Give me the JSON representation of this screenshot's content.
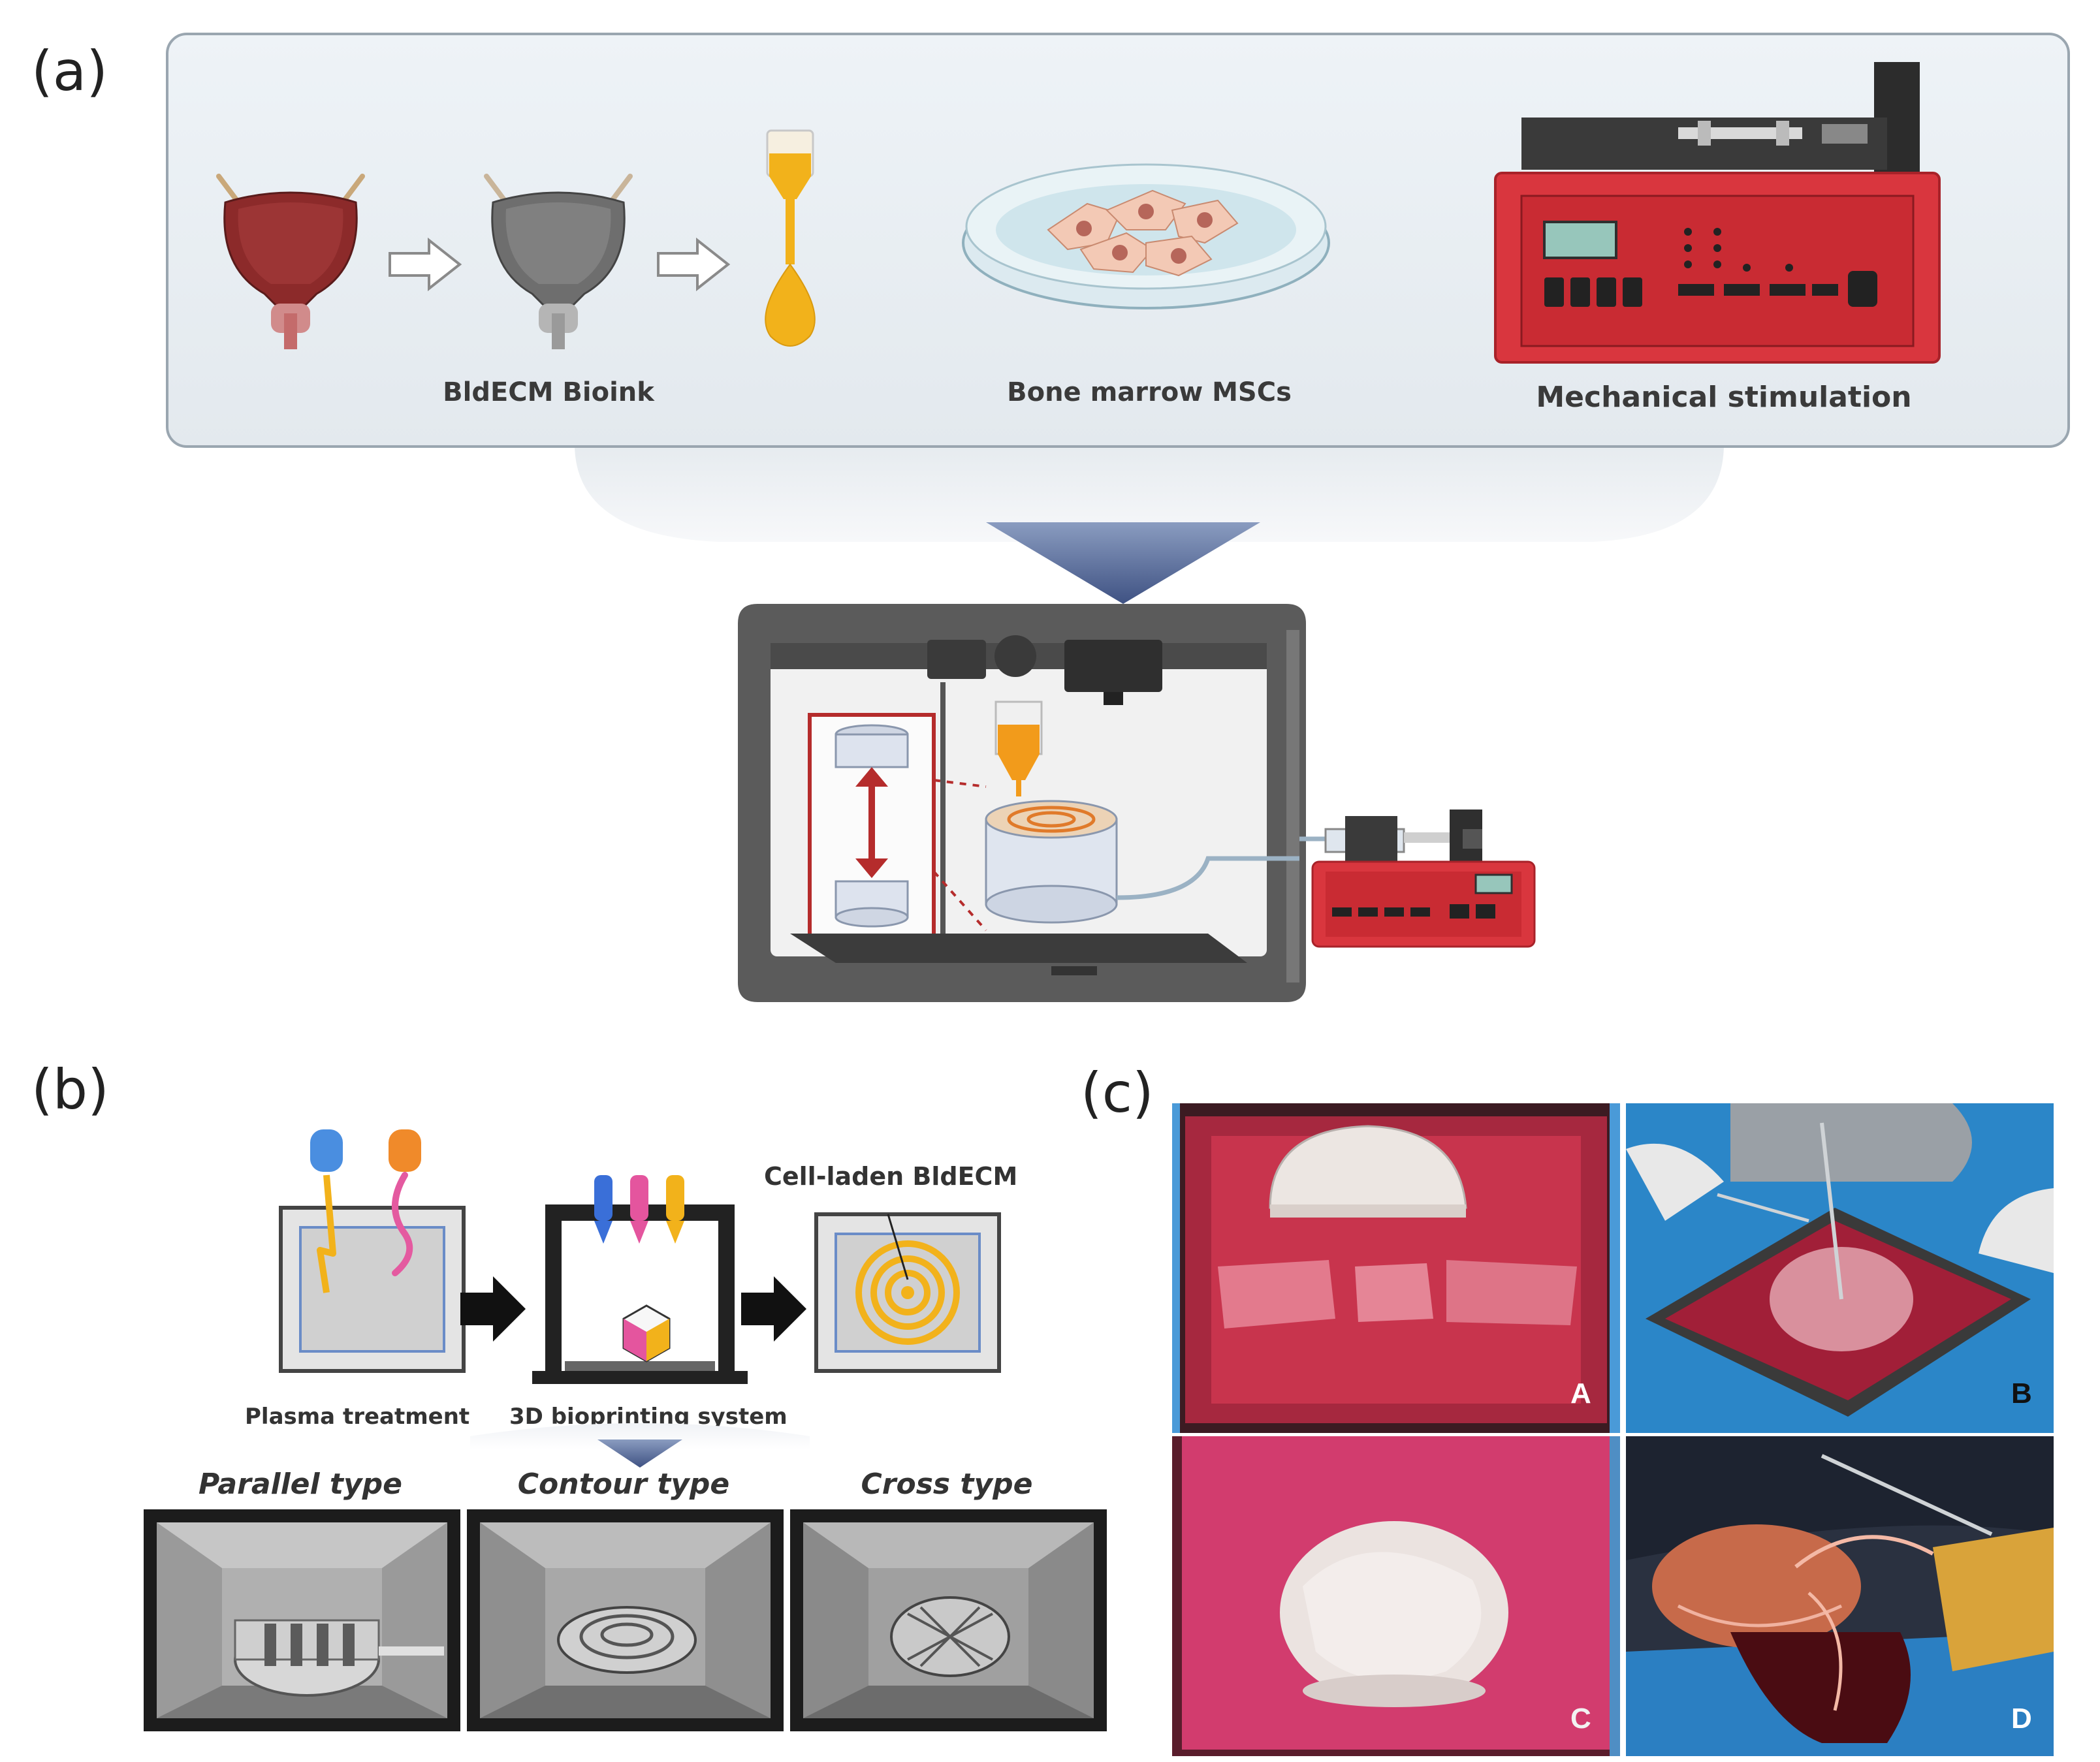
{
  "panel_a": {
    "label": "(a)",
    "captions": {
      "bioink": "BldECM Bioink",
      "msc": "Bone marrow MSCs",
      "stimulation": "Mechanical stimulation"
    }
  },
  "panel_b": {
    "label": "(b)",
    "captions": {
      "cell_laden": "Cell-laden BldECM",
      "plasma": "Plasma treatment",
      "bioprinting": "3D bioprinting system"
    },
    "types": [
      "Parallel type",
      "Contour type",
      "Cross type"
    ]
  },
  "panel_c": {
    "label": "(c)",
    "photo_letters": [
      "A",
      "B",
      "C",
      "D"
    ]
  },
  "colors": {
    "bladder_red": "#8c2a2a",
    "ink_yellow": "#f2b21b",
    "pump_red": "#d9363e",
    "printer_gray": "#5b5b5b",
    "arrow_blue": "#4a5f8e"
  }
}
